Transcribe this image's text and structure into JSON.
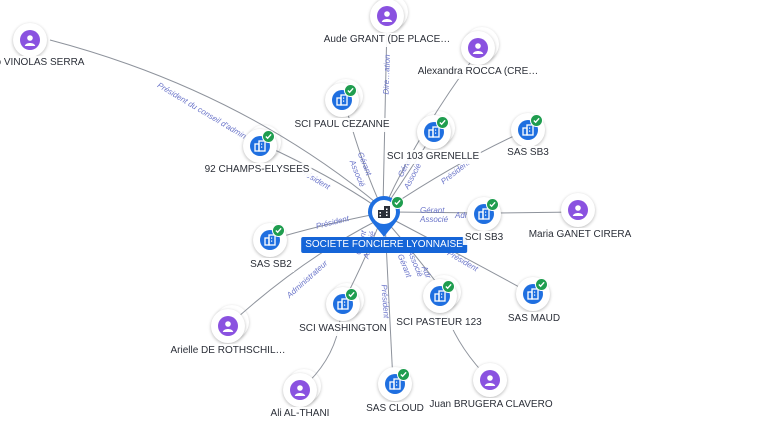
{
  "center": {
    "label": "SOCIETE FONCIERE LYONNAISE",
    "icon": "building-icon",
    "verified": true
  },
  "nodes": [
    {
      "id": "vinolas",
      "label": "o VINOLAS SERRA",
      "kind": "person"
    },
    {
      "id": "aude",
      "label": "Aude GRANT (DE PLACE…",
      "kind": "person"
    },
    {
      "id": "alexandra",
      "label": "Alexandra ROCCA (CRE…",
      "kind": "person"
    },
    {
      "id": "paul",
      "label": "SCI PAUL CEZANNE",
      "kind": "company"
    },
    {
      "id": "champs",
      "label": "92 CHAMPS-ELYSEES",
      "kind": "company"
    },
    {
      "id": "grenelle",
      "label": "SCI 103 GRENELLE",
      "kind": "company"
    },
    {
      "id": "sassb3",
      "label": "SAS SB3",
      "kind": "company"
    },
    {
      "id": "scisb3",
      "label": "SCI SB3",
      "kind": "company"
    },
    {
      "id": "maria",
      "label": "Maria GANET CIRERA",
      "kind": "person"
    },
    {
      "id": "sassb2",
      "label": "SAS SB2",
      "kind": "company"
    },
    {
      "id": "maud",
      "label": "SAS MAUD",
      "kind": "company"
    },
    {
      "id": "washington",
      "label": "SCI WASHINGTON",
      "kind": "company"
    },
    {
      "id": "pasteur",
      "label": "SCI PASTEUR 123",
      "kind": "company"
    },
    {
      "id": "arielle",
      "label": "Arielle DE ROTHSCHIL…",
      "kind": "person"
    },
    {
      "id": "ali",
      "label": "Ali AL-THANI",
      "kind": "person"
    },
    {
      "id": "cloud",
      "label": "SAS CLOUD",
      "kind": "company"
    },
    {
      "id": "juan",
      "label": "Juan BRUGERA CLAVERO",
      "kind": "person"
    }
  ],
  "edge_labels": [
    {
      "id": "e1",
      "text": "Président du conseil d'administ…"
    },
    {
      "id": "e2",
      "text": "Dire…ation"
    },
    {
      "id": "e3",
      "text": "Gérant"
    },
    {
      "id": "e4",
      "text": "Associé"
    },
    {
      "id": "e5",
      "text": "Gérant"
    },
    {
      "id": "e6",
      "text": "Associé"
    },
    {
      "id": "e7",
      "text": "Président"
    },
    {
      "id": "e8",
      "text": "Président"
    },
    {
      "id": "e9",
      "text": "Gérant"
    },
    {
      "id": "e10",
      "text": "Associé"
    },
    {
      "id": "e11",
      "text": "Adr"
    },
    {
      "id": "e12",
      "text": "Président"
    },
    {
      "id": "e13",
      "text": "Président"
    },
    {
      "id": "e14",
      "text": "Gérant"
    },
    {
      "id": "e15",
      "text": "Associé"
    },
    {
      "id": "e16",
      "text": "Gérant"
    },
    {
      "id": "e17",
      "text": "Associé"
    },
    {
      "id": "e18",
      "text": "Adr"
    },
    {
      "id": "e19",
      "text": "Président"
    },
    {
      "id": "e20",
      "text": "Administrateur"
    }
  ],
  "colors": {
    "company": "#1f6fe0",
    "person": "#8a52e0",
    "verified": "#1f9d4f",
    "edge": "#8a8f99",
    "edge_label": "#6a74c9"
  }
}
